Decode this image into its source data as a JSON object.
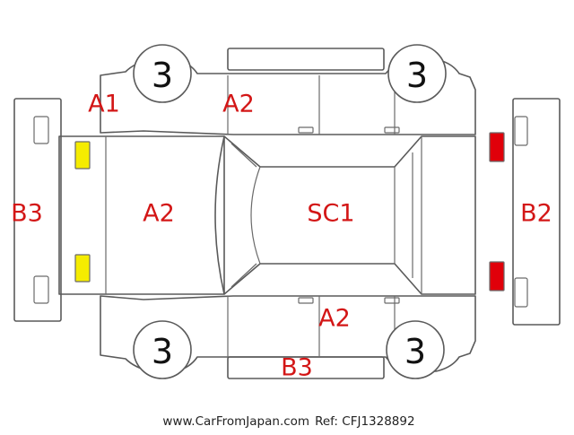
{
  "colors": {
    "outline": "#5a5a5a",
    "code_text": "#d31616",
    "front_light_fill": "#f5ec00",
    "rear_light_fill": "#e0000a",
    "tire_text": "#111111",
    "footer_text": "#222222"
  },
  "labels": {
    "front_left_fender": "A1",
    "front_left_door": "A2",
    "hood": "A2",
    "roof": "SC1",
    "right_rear_door": "A2",
    "front_bumper": "B3",
    "rear_bumper": "B2",
    "right_side_sill": "B3"
  },
  "tires": {
    "front_left": "3",
    "rear_left": "3",
    "front_right": "3",
    "rear_right": "3"
  },
  "footer": {
    "site": "www.CarFromJapan.com",
    "ref": "Ref: CFJ1328892"
  }
}
